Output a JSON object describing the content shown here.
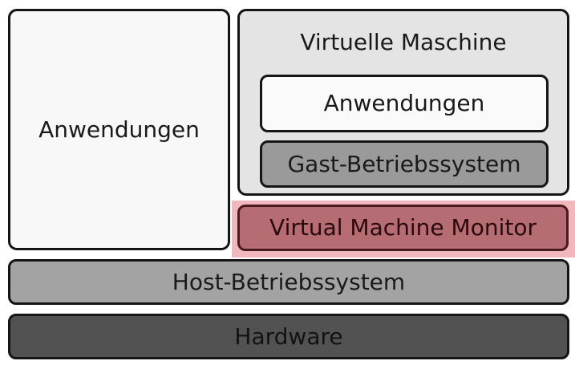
{
  "diagram": {
    "left_apps": {
      "label": "Anwendungen"
    },
    "virtual_machine": {
      "title": "Virtuelle Maschine",
      "apps": {
        "label": "Anwendungen"
      },
      "guest_os": {
        "label": "Gast-Betriebssystem"
      }
    },
    "vmm": {
      "label": "Virtual Machine Monitor",
      "highlight_color": "#f2b7bd",
      "fill_color": "#b56d73"
    },
    "host_os": {
      "label": "Host-Betriebssystem"
    },
    "hardware": {
      "label": "Hardware"
    }
  }
}
